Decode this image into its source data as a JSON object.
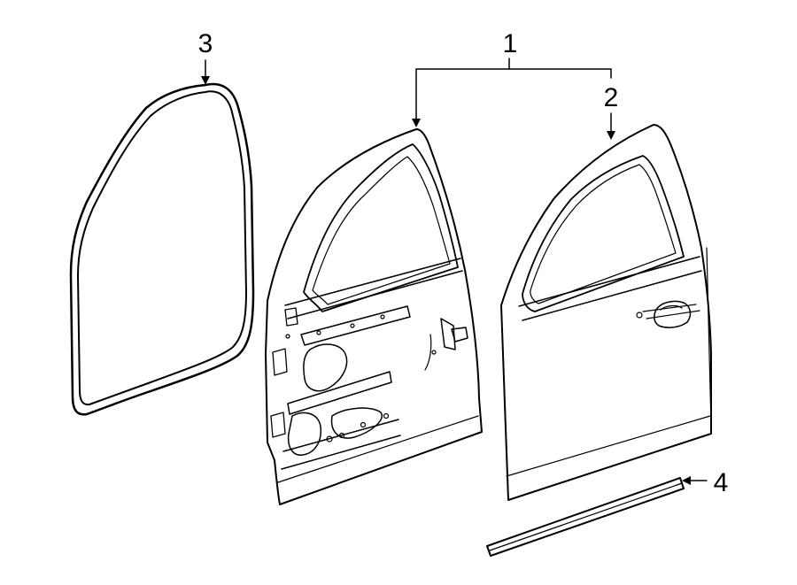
{
  "callouts": {
    "c1": "1",
    "c2": "2",
    "c3": "3",
    "c4": "4"
  },
  "parts": [
    {
      "key": "door-assembly",
      "callout": "1"
    },
    {
      "key": "door-outer-panel",
      "callout": "2"
    },
    {
      "key": "weatherstrip-seal",
      "callout": "3"
    },
    {
      "key": "side-molding",
      "callout": "4"
    }
  ],
  "colors": {
    "line": "#000000",
    "background": "#ffffff"
  }
}
